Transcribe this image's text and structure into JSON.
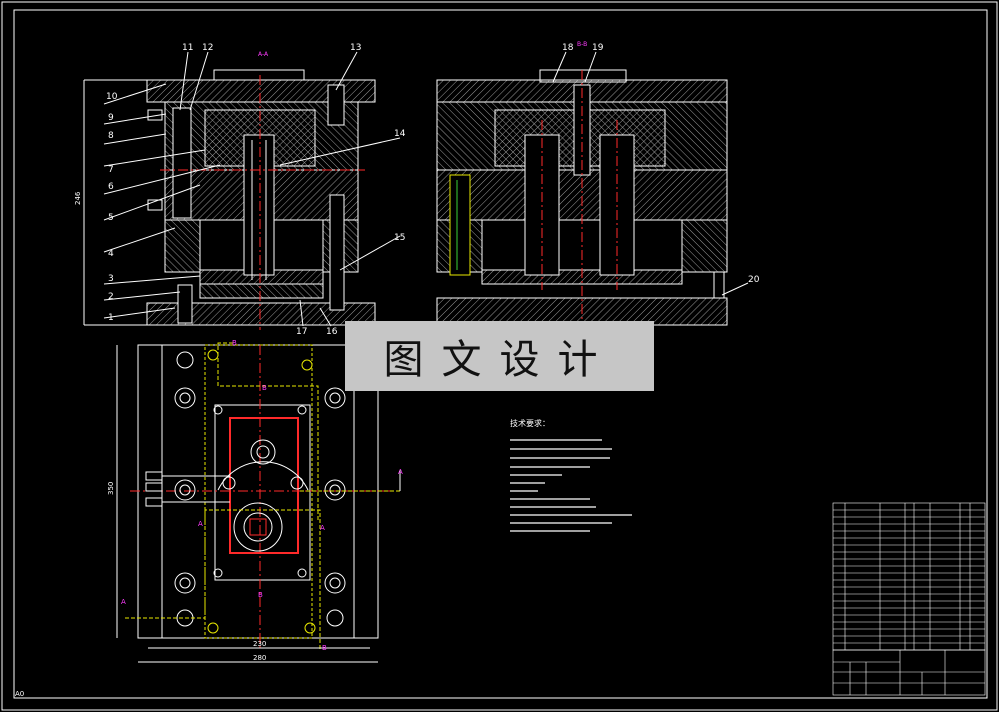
{
  "part_numbers": [
    "1",
    "2",
    "3",
    "4",
    "5",
    "6",
    "7",
    "8",
    "9",
    "10",
    "11",
    "12",
    "13",
    "14",
    "15",
    "16",
    "17",
    "18",
    "19",
    "20"
  ],
  "dimensions": {
    "width_inner": "230",
    "width_outer": "280",
    "height_plan": "350",
    "height_section": "246"
  },
  "section_marks": {
    "a": "A",
    "b": "B",
    "a_arrow": "A-A",
    "b_arrow": "B-B"
  },
  "watermark": "图文设计",
  "notes_title": "技术要求：",
  "notes_lines": [
    "",
    "",
    "",
    "",
    "",
    "",
    "",
    "",
    "",
    "",
    "",
    ""
  ],
  "sheet_corner_label": "A0",
  "title_block": {
    "company": "",
    "drawing_no": ""
  },
  "colors": {
    "outline": "#ffffff",
    "centerline": "#ff2a2a",
    "hatch": "#bbbbbb",
    "magenta": "#ff3cff",
    "green": "#37d137",
    "yellow": "#e8e800"
  }
}
